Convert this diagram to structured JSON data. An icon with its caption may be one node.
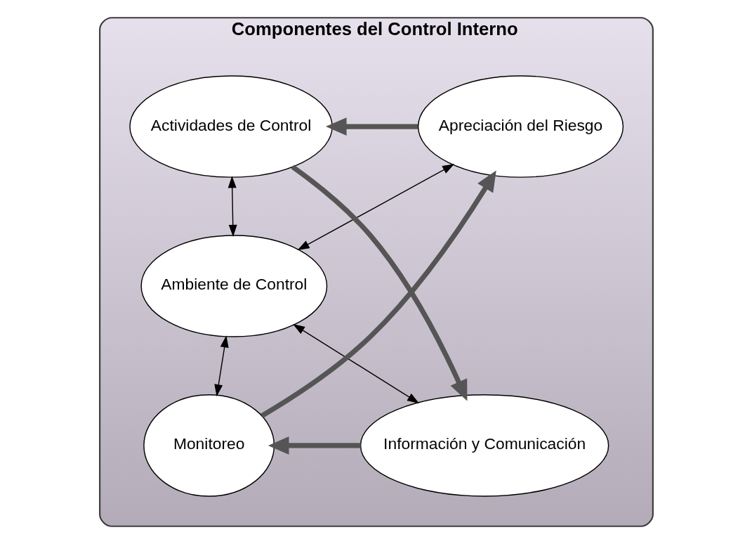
{
  "diagram": {
    "nodes": [
      {
        "text": [
          "Componentes del Control Interno"
        ]
      },
      {
        "text": [
          "Apreciación del Riesgo"
        ],
        "in": 0
      },
      {
        "text": [
          "Actividades de Control"
        ],
        "in": 0
      },
      {
        "text": [
          "Ambiente de Control"
        ],
        "in": 0
      },
      {
        "text": [
          "Monitoreo"
        ],
        "in": 0
      },
      {
        "text": [
          "Información y Comunicación"
        ],
        "in": 0
      }
    ],
    "edges": [
      {
        "from": 1,
        "to": 2,
        "arrow": "to",
        "style": "thick"
      },
      {
        "from": 2,
        "to": 5,
        "arrow": "to",
        "style": "thick"
      },
      {
        "from": 5,
        "to": 4,
        "arrow": "to",
        "style": "thick"
      },
      {
        "from": 4,
        "to": 1,
        "arrow": "to",
        "style": "thick"
      },
      {
        "from": 1,
        "to": 3,
        "arrow": "both"
      },
      {
        "from": 2,
        "to": 3,
        "arrow": "both"
      },
      {
        "from": 3,
        "to": 4,
        "arrow": "both"
      },
      {
        "from": 3,
        "to": 5,
        "arrow": "both"
      }
    ]
  }
}
